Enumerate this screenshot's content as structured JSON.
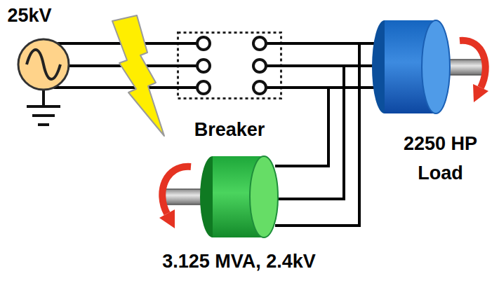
{
  "diagram": {
    "nodes": [
      {
        "text": [
          "25kV"
        ]
      },
      {
        "text": [
          "Breaker"
        ]
      },
      {
        "text": [
          "2250 HP Load"
        ]
      },
      {
        "text": [
          "3.125 MVA, 2.4kV"
        ]
      }
    ],
    "edges": [
      {
        "from": 0,
        "to": 1,
        "arrow": "none"
      },
      {
        "from": 1,
        "to": 2,
        "arrow": "none"
      },
      {
        "from": 1,
        "to": 3,
        "arrow": "none"
      }
    ]
  }
}
